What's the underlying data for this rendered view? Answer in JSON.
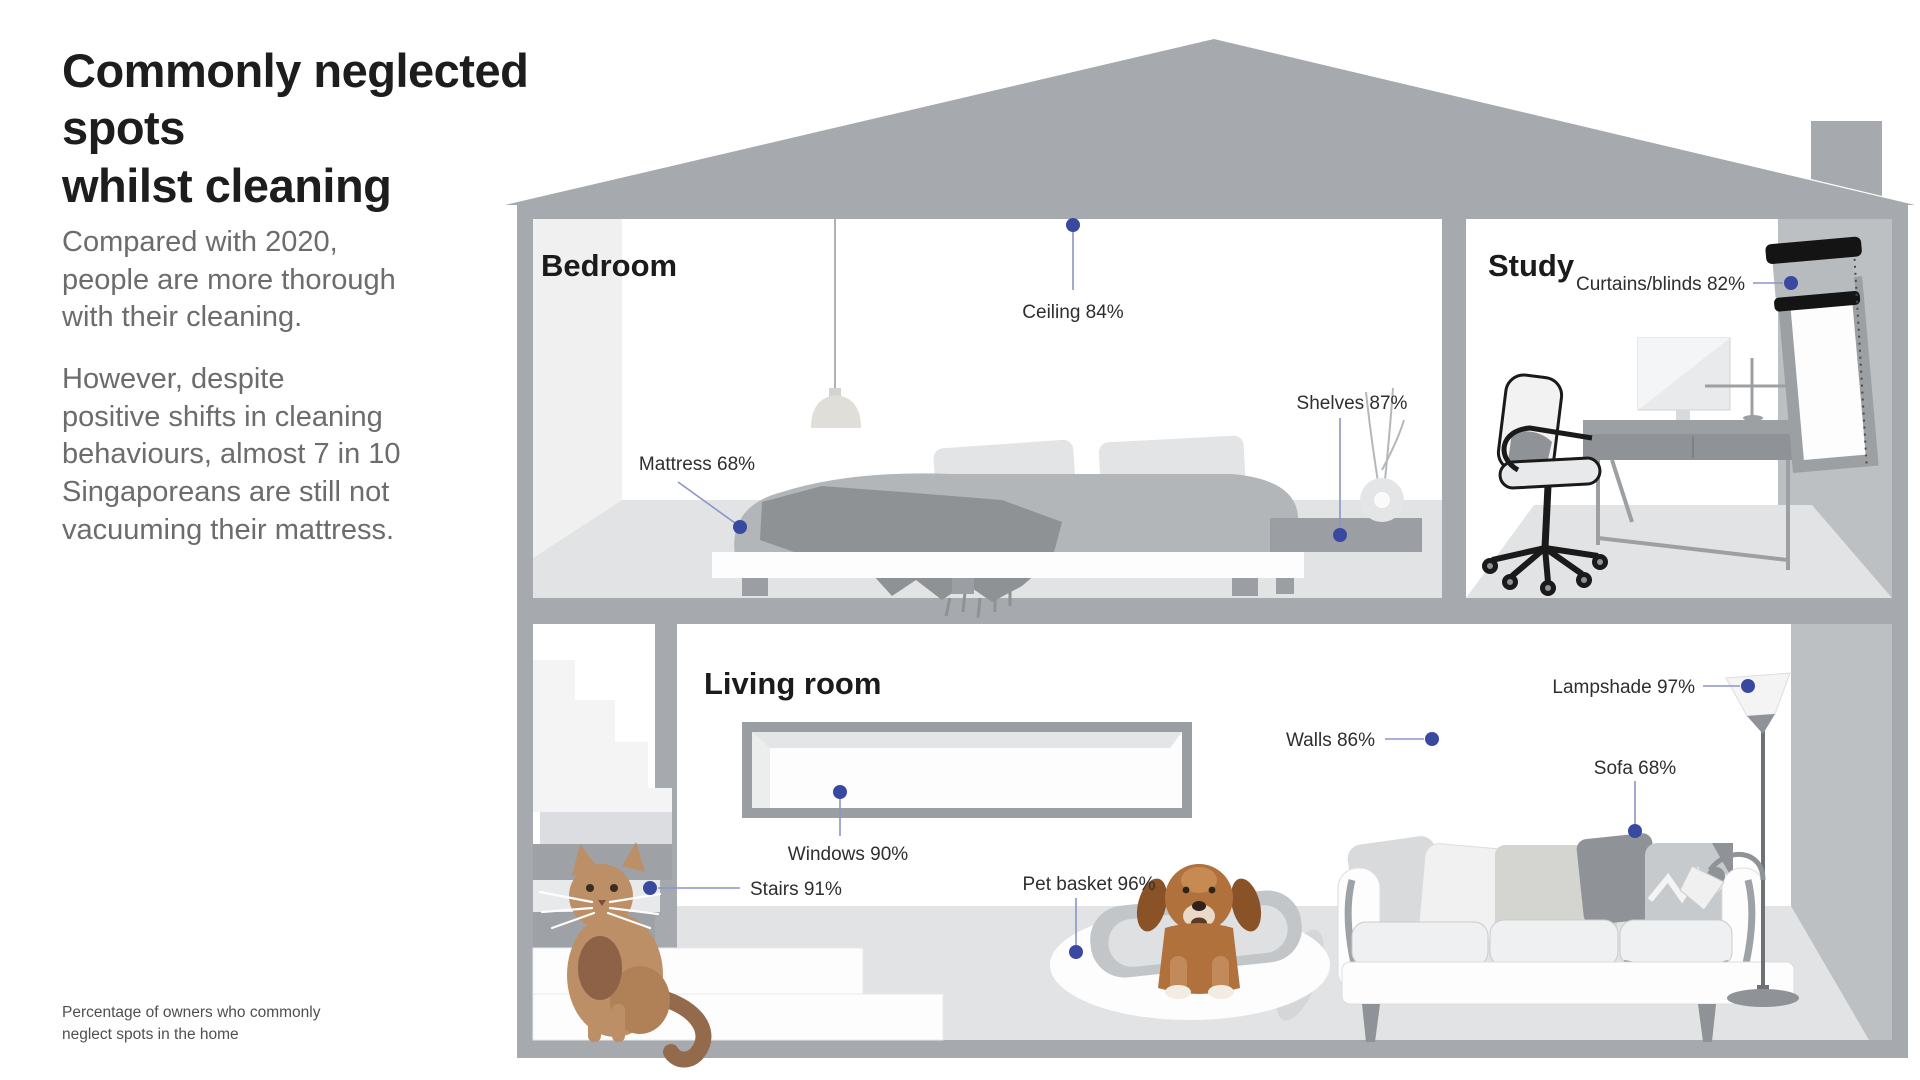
{
  "header": {
    "title_lines": [
      "Commonly neglected spots",
      "whilst cleaning"
    ]
  },
  "intro": {
    "para1_lines": [
      "Compared with 2020,",
      "people are more thorough",
      "with their cleaning."
    ],
    "para2_lines": [
      "However, despite",
      "positive shifts in cleaning",
      "behaviours, almost 7 in 10",
      "Singaporeans are still not",
      "vacuuming their mattress."
    ]
  },
  "footnote_lines": [
    "Percentage of owners who commonly",
    "neglect spots in the home"
  ],
  "colors": {
    "accent_dot": "#3a49a0",
    "accent_line": "#8b94c9",
    "house_gray": "#a6a9ad",
    "floor_gray": "#e2e3e4",
    "wall_gray": "#bdc0c3"
  },
  "rooms": {
    "bedroom": {
      "label": "Bedroom",
      "spots": {
        "ceiling": "Ceiling 84%",
        "mattress": "Mattress 68%",
        "shelves": "Shelves 87%"
      }
    },
    "study": {
      "label": "Study",
      "spots": {
        "curtains": "Curtains/blinds 82%"
      }
    },
    "living_room": {
      "label": "Living room",
      "spots": {
        "windows": "Windows 90%",
        "stairs": "Stairs 91%",
        "pet_basket": "Pet basket 96%",
        "walls": "Walls 86%",
        "sofa": "Sofa 68%",
        "lampshade": "Lampshade 97%"
      }
    }
  }
}
